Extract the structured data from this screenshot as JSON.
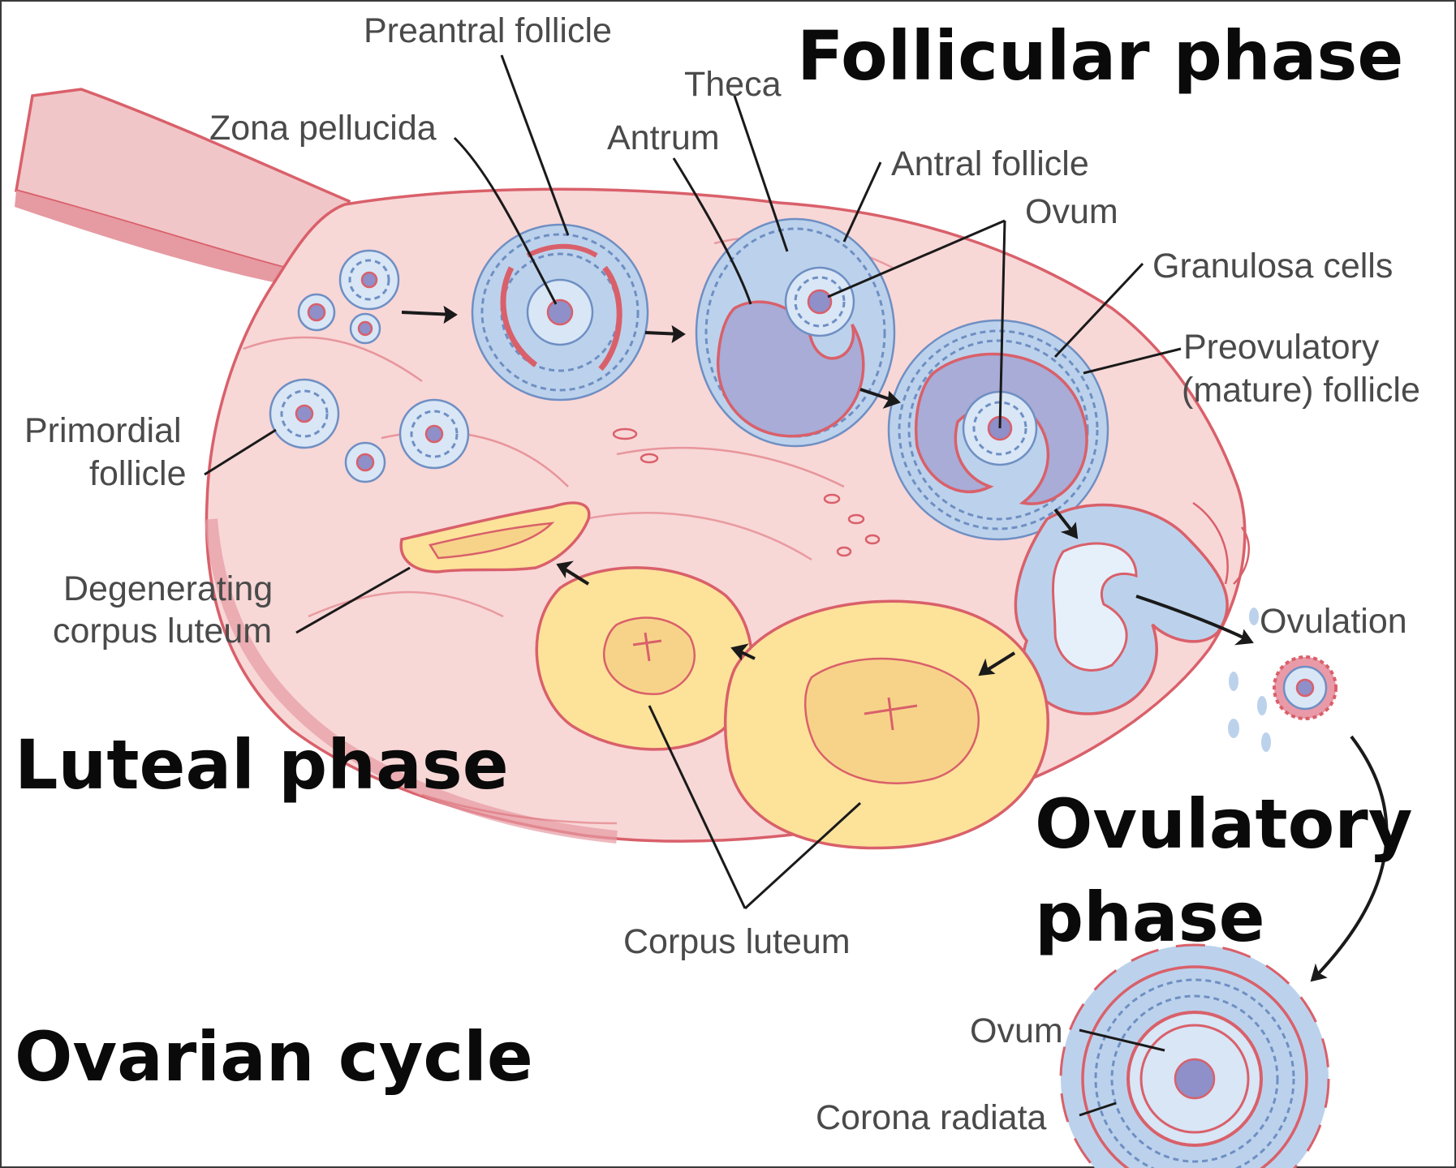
{
  "title": "Ovarian cycle",
  "phases": {
    "follicular": "Follicular phase",
    "luteal": "Luteal phase",
    "ovulatory_line1": "Ovulatory",
    "ovulatory_line2": "phase"
  },
  "labels": {
    "preantral_follicle": "Preantral follicle",
    "theca": "Theca",
    "zona_pellucida": "Zona pellucida",
    "antrum": "Antrum",
    "antral_follicle": "Antral follicle",
    "ovum_top": "Ovum",
    "granulosa_cells": "Granulosa cells",
    "preovulatory_line1": "Preovulatory",
    "preovulatory_line2": "(mature) follicle",
    "primordial_line1": "Primordial",
    "primordial_line2": "follicle",
    "degenerating_line1": "Degenerating",
    "degenerating_line2": "corpus luteum",
    "ovulation": "Ovulation",
    "corpus_luteum": "Corpus luteum",
    "ovum_bottom": "Ovum",
    "corona_radiata": "Corona radiata"
  },
  "colors": {
    "ovary_fill": "#f8d7d7",
    "ovary_edge": "#d9606a",
    "follicle_blue": "#bcd2ec",
    "antrum_purple": "#a8acd6",
    "corpus_luteum_yellow": "#fde29a"
  }
}
